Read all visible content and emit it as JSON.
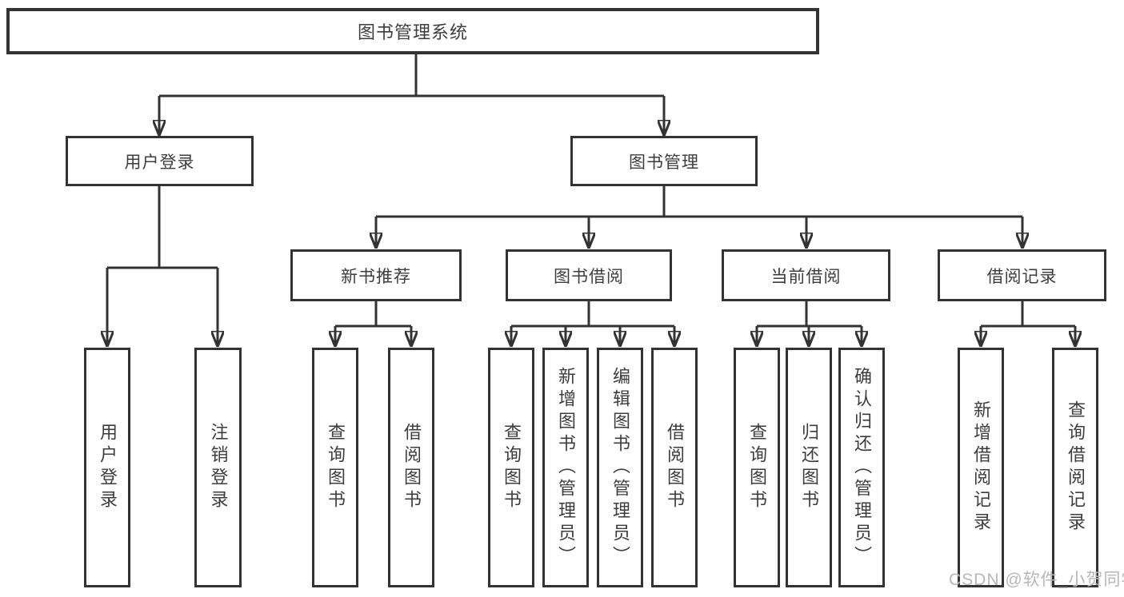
{
  "diagram": {
    "tree": {
      "root": {
        "label": "图书管理系统",
        "children": [
          {
            "label": "用户登录",
            "children": [
              {
                "label": "用户登录"
              },
              {
                "label": "注销登录"
              }
            ]
          },
          {
            "label": "图书管理",
            "children": [
              {
                "label": "新书推荐",
                "children": [
                  {
                    "label": "查询图书"
                  },
                  {
                    "label": "借阅图书"
                  }
                ]
              },
              {
                "label": "图书借阅",
                "children": [
                  {
                    "label": "查询图书"
                  },
                  {
                    "label": "新增图书（管理员）"
                  },
                  {
                    "label": "编辑图书（管理员）"
                  },
                  {
                    "label": "借阅图书"
                  }
                ]
              },
              {
                "label": "当前借阅",
                "children": [
                  {
                    "label": "查询图书"
                  },
                  {
                    "label": "归还图书"
                  },
                  {
                    "label": "确认归还（管理员）"
                  }
                ]
              },
              {
                "label": "借阅记录",
                "children": [
                  {
                    "label": "新增借阅记录"
                  },
                  {
                    "label": "查询借阅记录"
                  }
                ]
              }
            ]
          }
        ]
      }
    },
    "colors": {
      "line": "#333333",
      "box_border": "#333333",
      "text": "#3d3d3d",
      "background": "#ffffff"
    }
  },
  "watermark": {
    "text": "CSDN @软件_小贺同学",
    "color": "#b7b7b7"
  }
}
